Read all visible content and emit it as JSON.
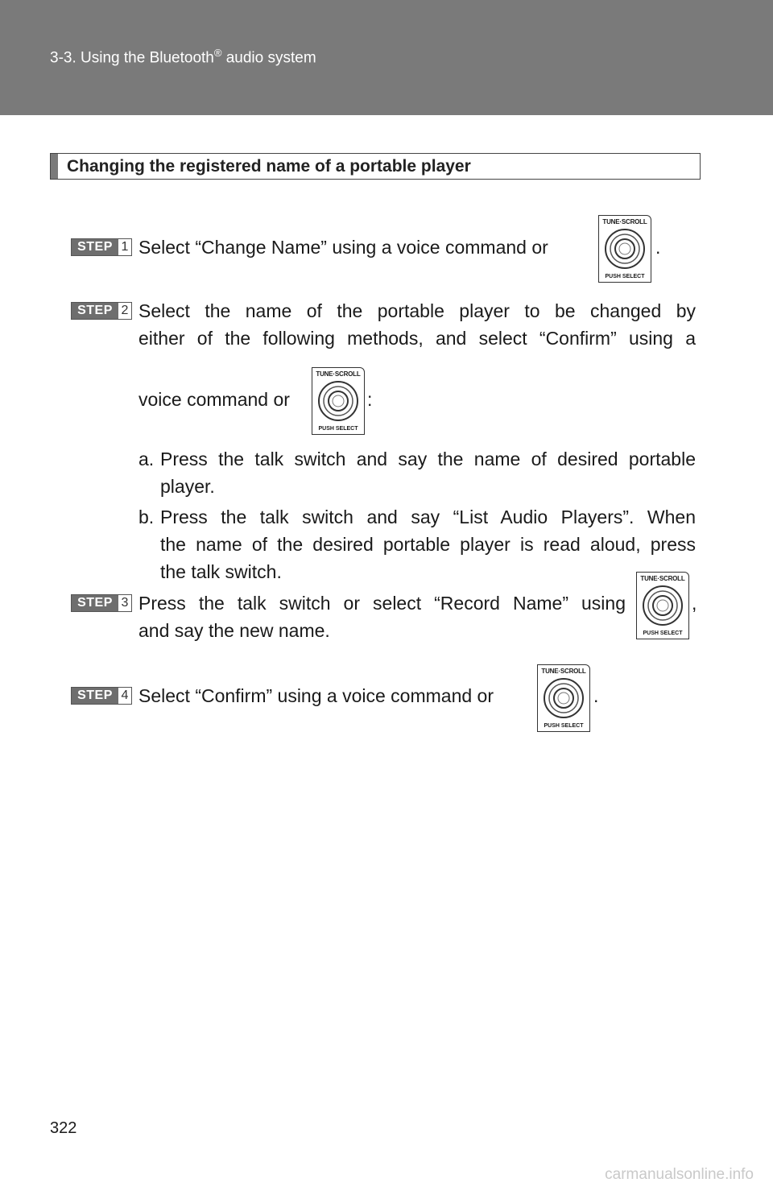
{
  "header": {
    "title_pre": "3-3. Using the Bluetooth",
    "title_reg": "®",
    "title_post": " audio system"
  },
  "section": {
    "title": "Changing the registered name of a portable player"
  },
  "knob": {
    "top_label": "TUNE·SCROLL",
    "bottom_label": "PUSH SELECT"
  },
  "steps": {
    "step_label": "STEP",
    "s1": {
      "num": "1",
      "text": "Select “Change Name” using a voice command or",
      "end": "."
    },
    "s2": {
      "num": "2",
      "line1": "Select the name of the portable player to be changed by",
      "line2": "either of the following methods, and select “Confirm” using a",
      "line3": "voice command or",
      "end": ":",
      "a_marker": "a.",
      "a_line1": "Press the talk switch and say the name of desired portable",
      "a_line2": "player.",
      "b_marker": "b.",
      "b_line1": "Press the talk switch and say “List Audio Players”. When",
      "b_line2": "the name of the desired portable player is read aloud, press",
      "b_line3": "the talk switch."
    },
    "s3": {
      "num": "3",
      "line1": "Press the talk switch or select “Record Name” using",
      "end": ",",
      "line2": "and say the new name."
    },
    "s4": {
      "num": "4",
      "text": "Select “Confirm” using a voice command or",
      "end": "."
    }
  },
  "footer": {
    "page_number": "322",
    "watermark": "carmanualsonline.info"
  }
}
